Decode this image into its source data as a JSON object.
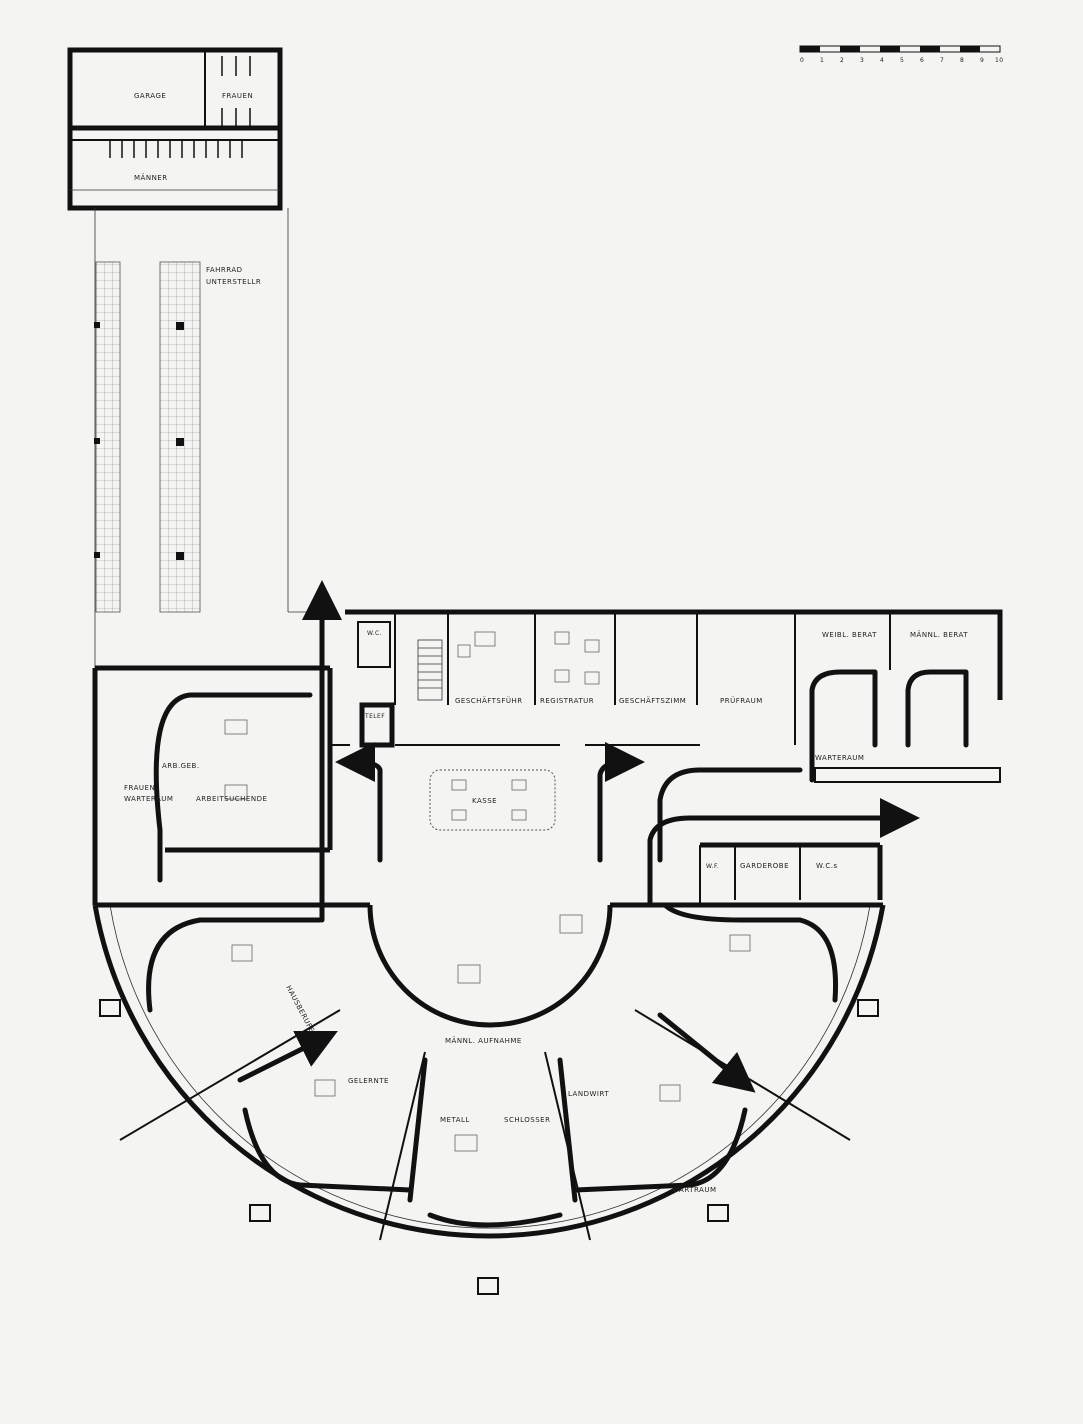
{
  "labels": {
    "garage": "GARAGE",
    "frauen": "FRAUEN",
    "maenner": "MÄNNER",
    "fahrrad": "FAHRRAD",
    "unterstellr": "UNTERSTELLR",
    "wc": "W.C.",
    "telef": "TELEF",
    "geschaeftsfuehr": "GESCHÄFTSFÜHR",
    "registratur": "REGISTRATUR",
    "geschaeftszimm": "GESCHÄFTSZIMM",
    "pruefraum": "PRÜFRAUM",
    "weibl_berat": "WEIBL. BERAT",
    "maennl_berat": "MÄNNL. BERAT",
    "warteraum": "WARTERAUM",
    "kasse": "KASSE",
    "arb_geb": "ARB.GEB.",
    "frauen_warteraum_1": "FRAUEN",
    "frauen_warteraum_2": "WARTERAUM",
    "arbeitsuchende": "ARBEITSUCHENDE",
    "wf": "W.F.",
    "garderobe": "GARDEROBE",
    "wcs": "W.C.s",
    "maennl_aufnahme": "MÄNNL. AUFNAHME",
    "metall": "METALL",
    "schlosser": "SCHLOSSER",
    "gelernte": "GELERNTE",
    "hausberufe": "HAUSBERUFE",
    "landwirt": "LANDWIRT",
    "wartraum_se": "WARTRAUM"
  },
  "scale_bar": {
    "ticks": [
      "0",
      "1",
      "2",
      "3",
      "4",
      "5",
      "6",
      "7",
      "8",
      "9",
      "10"
    ]
  },
  "colors": {
    "wall": "#111111",
    "paper": "#f4f4f2",
    "furniture": "#666666"
  }
}
